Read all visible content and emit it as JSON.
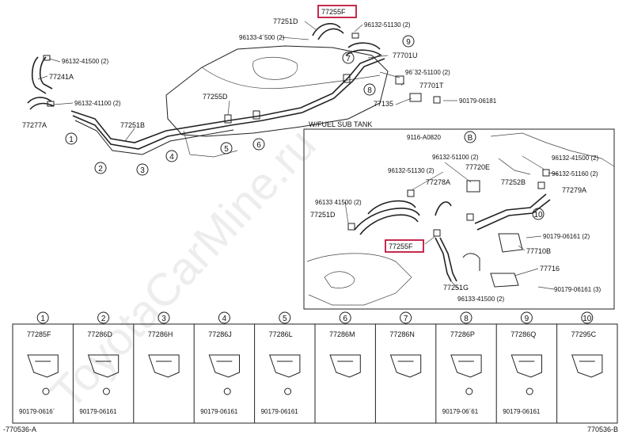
{
  "watermark": "ToyotaCarMine.ru",
  "top_labels": {
    "p77255F": "77255F",
    "p77251D": "77251D",
    "c96132_51130": "96132-51130 (2)",
    "c96133_4500": "96133-4´500 (2)",
    "n9": "9",
    "p77701U": "77701U",
    "n7": "7",
    "c96132_41500": "96132-41500 (2)",
    "p77241A": "77241A",
    "c96132_51100": "96´32-51100 (2)",
    "p77701T": "77701T",
    "n8": "8",
    "c96132_41100": "96132-41100 (2)",
    "p77255D": "77255D",
    "p77135": "77135",
    "c90179_06181": "90179-06181",
    "p77277A": "77277A",
    "p77251B": "77251B",
    "n1": "1",
    "n2": "2",
    "n3": "3",
    "n4": "4",
    "n5": "5",
    "n6": "6"
  },
  "inset": {
    "title": "W/FUEL SUB TANK",
    "c9116_A0820": "9116-A0820",
    "nB": "B",
    "c96132_51100": "96132-51100 (2)",
    "c96132_41500_a": "96132-41500 (2)",
    "c96132_51130": "96132-51130 (2)",
    "p77720E": "77720E",
    "c96132_51160": "96132-51160 (2)",
    "p77278A": "77278A",
    "p77252B": "77252B",
    "p77279A": "77279A",
    "c96133_41500": "96133 41500 (2)",
    "p77251D": "77251D",
    "n10": "10",
    "c90179_06161": "90179-06161 (2)",
    "p77255F": "77255F",
    "p77710B": "77710B",
    "p77716": "77716",
    "p77251G": "77251G",
    "c90179_06161_b": "90179-06161 (3)",
    "c96133_41500_b": "96133-41500 (2)"
  },
  "bottom_table": {
    "columns": [
      {
        "num": "1",
        "part": "77285F",
        "bolt": "90179-0616´"
      },
      {
        "num": "2",
        "part": "77286D",
        "bolt": "90179-06161"
      },
      {
        "num": "3",
        "part": "77286H",
        "bolt": ""
      },
      {
        "num": "4",
        "part": "77286J",
        "bolt": "90179-06161"
      },
      {
        "num": "5",
        "part": "77286L",
        "bolt": "90179-06161"
      },
      {
        "num": "6",
        "part": "77286M",
        "bolt": ""
      },
      {
        "num": "7",
        "part": "77286N",
        "bolt": ""
      },
      {
        "num": "8",
        "part": "77286P",
        "bolt": "90179-06´61"
      },
      {
        "num": "9",
        "part": "77286Q",
        "bolt": "90179-06161"
      },
      {
        "num": "10",
        "part": "77295C",
        "bolt": ""
      }
    ]
  },
  "footer": {
    "left_code": "-770536-A",
    "right_code": "770536-B"
  },
  "colors": {
    "highlight": "#c0143c",
    "line": "#222222",
    "watermark": "#d9d9d9"
  }
}
